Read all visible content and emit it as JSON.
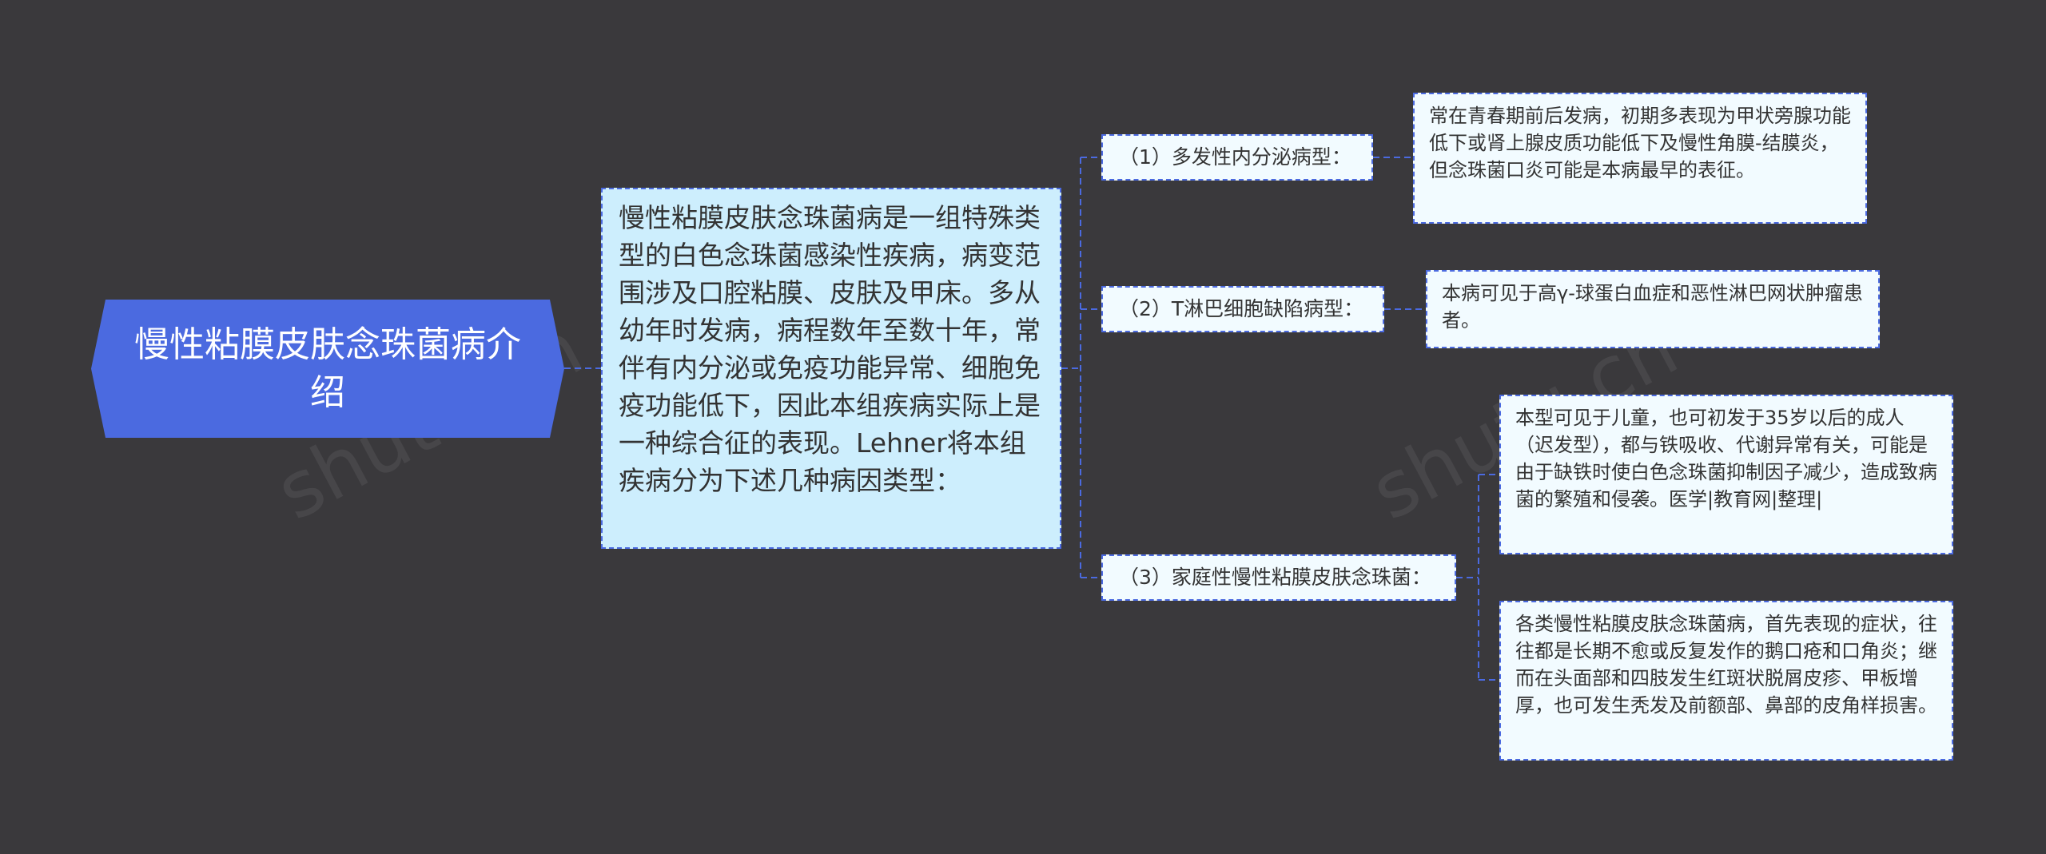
{
  "root": {
    "text": "慢性粘膜皮肤念珠菌病介绍"
  },
  "main": {
    "text": "慢性粘膜皮肤念珠菌病是一组特殊类型的白色念珠菌感染性疾病，病变范围涉及口腔粘膜、皮肤及甲床。多从幼年时发病，病程数年至数十年，常伴有内分泌或免疫功能异常、细胞免疫功能低下，因此本组疾病实际上是一种综合征的表现。Lehner将本组疾病分为下述几种病因类型："
  },
  "branches": [
    {
      "label": "（1）多发性内分泌病型：",
      "leaves": [
        "常在青春期前后发病，初期多表现为甲状旁腺功能低下或肾上腺皮质功能低下及慢性角膜-结膜炎，但念珠菌口炎可能是本病最早的表征。"
      ]
    },
    {
      "label": "（2）T淋巴细胞缺陷病型：",
      "leaves": [
        "本病可见于高γ-球蛋白血症和恶性淋巴网状肿瘤患者。"
      ]
    },
    {
      "label": "（3）家庭性慢性粘膜皮肤念珠菌：",
      "leaves": [
        "本型可见于儿童，也可初发于35岁以后的成人（迟发型），都与铁吸收、代谢异常有关，可能是由于缺铁时使白色念珠菌抑制因子减少，造成致病菌的繁殖和侵袭。医学|教育网|整理|",
        "各类慢性粘膜皮肤念珠菌病，首先表现的症状，往往都是长期不愈或反复发作的鹅口疮和口角炎；继而在头面部和四肢发生红斑状脱屑皮疹、甲板增厚，也可发生秃发及前额部、鼻部的皮角样损害。"
      ]
    }
  ],
  "colors": {
    "background": "#3a393c",
    "root_fill": "#4b6ae0",
    "main_fill": "#cdeefd",
    "node_fill": "#f2fbff",
    "connector": "#4b6ae0"
  }
}
